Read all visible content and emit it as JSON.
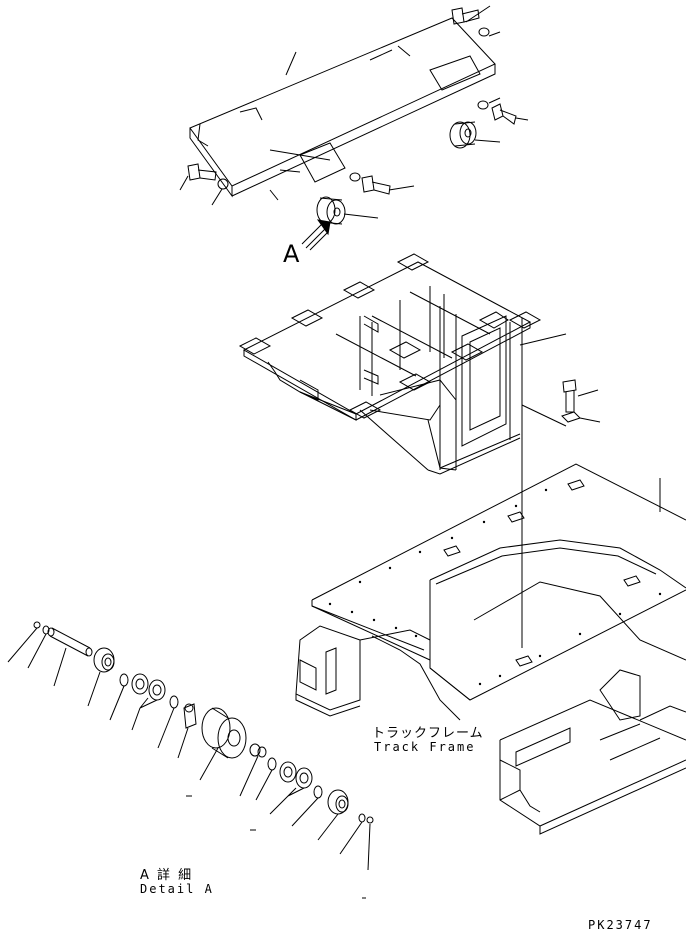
{
  "labels": {
    "view_letter": "A",
    "track_frame_jp": "トラックフレーム",
    "track_frame_en": "Track Frame",
    "detail_jp": "A 詳 細",
    "detail_en": "Detail A",
    "drawing_code": "PK23747"
  }
}
